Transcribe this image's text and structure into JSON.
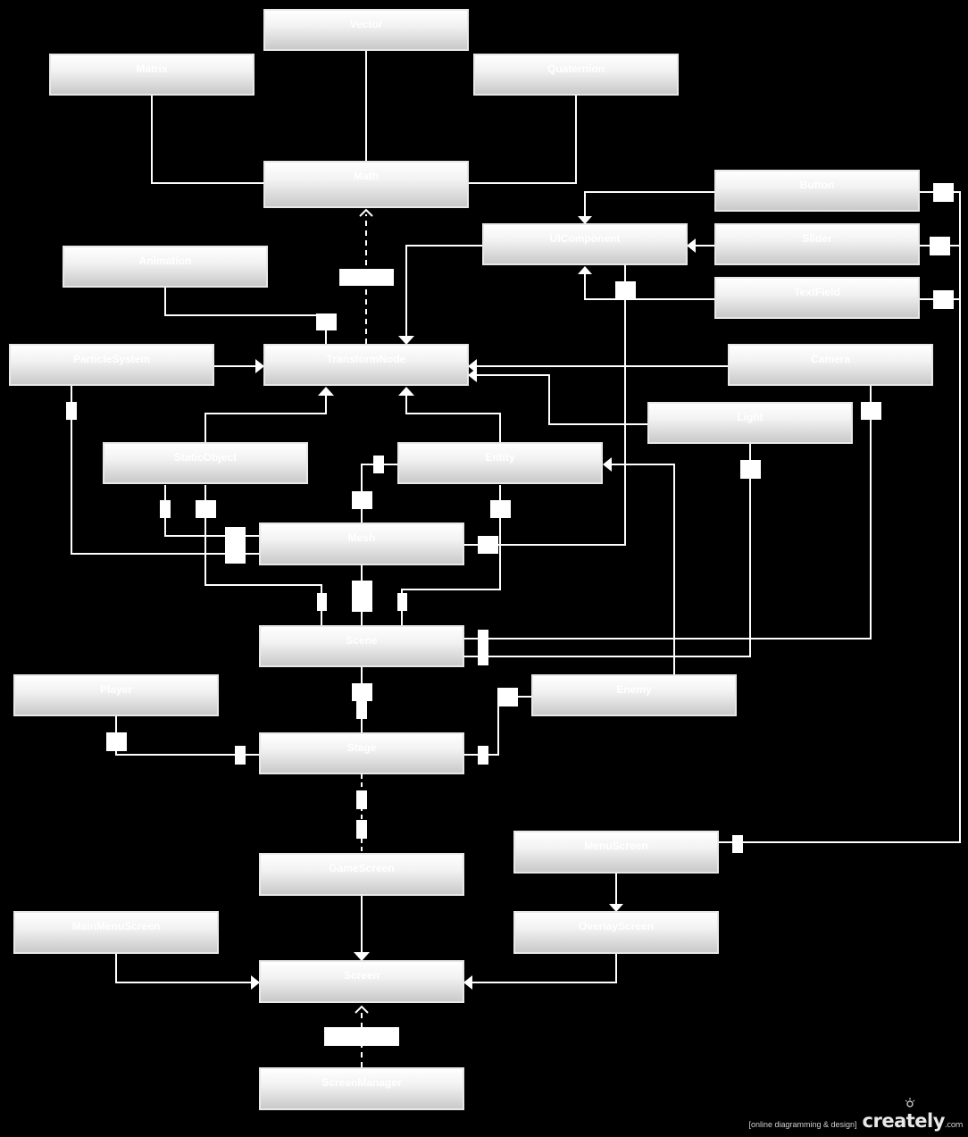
{
  "classes": {
    "vector": "Vector",
    "matrix": "Matrix",
    "quaternion": "Quaternion",
    "math": "Math",
    "button": "Button",
    "uicomponent": "UIComponent",
    "slider": "Slider",
    "animation": "Animation",
    "textfield": "TextField",
    "particlesystem": "ParticleSystem",
    "transformnode": "TransformNode",
    "camera": "Camera",
    "light": "Light",
    "staticobject": "StaticObject",
    "entity": "Entity",
    "mesh": "Mesh",
    "scene": "Scene",
    "player": "Player",
    "enemy": "Enemy",
    "stage": "Stage",
    "menuscreen": "MenuScreen",
    "gamescreen": "GameScreen",
    "mainmenuscreen": "MainMenuScreen",
    "overlayscreen": "OverlayScreen",
    "screen": "Screen",
    "screenmanager": "ScreenManager"
  },
  "watermark": {
    "tagline": "[online diagramming & design]",
    "brand": "creately",
    "suffix": ".com"
  }
}
